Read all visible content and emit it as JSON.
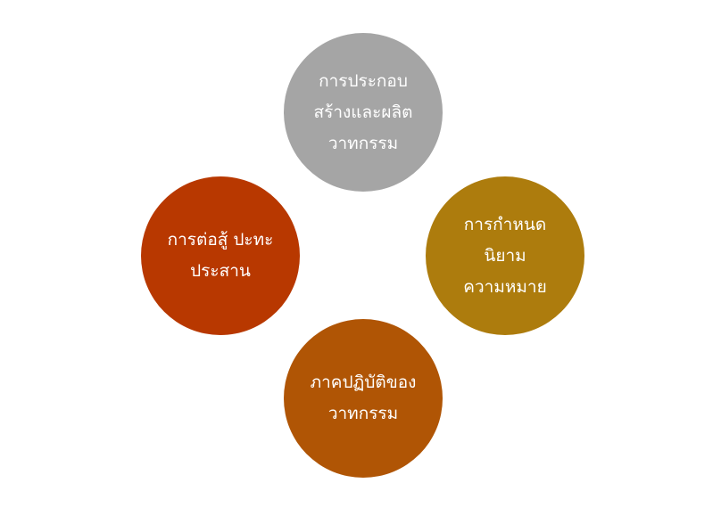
{
  "diagram": {
    "nodes": [
      {
        "id": "top",
        "lines": [
          "การประกอบ",
          "สร้างและผลิต",
          "วาทกรรม"
        ],
        "color": "#a5a5a5"
      },
      {
        "id": "right",
        "lines": [
          "การกำหนด",
          "นิยาม",
          "ความหมาย"
        ],
        "color": "#ad7c0d"
      },
      {
        "id": "bottom",
        "lines": [
          "ภาคปฏิบัติของ",
          "วาทกรรม"
        ],
        "color": "#b05505"
      },
      {
        "id": "left",
        "lines": [
          "การต่อสู้ ปะทะ",
          "ประสาน"
        ],
        "color": "#b83800"
      }
    ],
    "arrows": [
      {
        "id": "top-to-right",
        "color": "#a5a5a5"
      },
      {
        "id": "right-to-bottom",
        "color": "#ad7c0d"
      },
      {
        "id": "bottom-to-left",
        "color": "#b05505"
      },
      {
        "id": "left-to-top",
        "color": "#b83800"
      }
    ]
  }
}
